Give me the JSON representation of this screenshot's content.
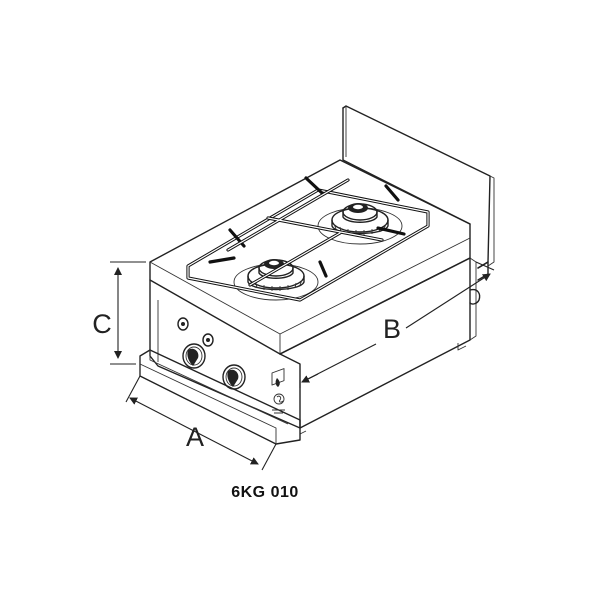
{
  "figure": {
    "model": "6KG 010",
    "dimensions": {
      "width_label": "A",
      "depth_label": "B",
      "height_label": "C"
    },
    "product": "two-burner-gas-hob",
    "icons": [
      "gas-flame-icon",
      "certification-mark-icon"
    ],
    "line_color": "#222222",
    "background_color": "#ffffff"
  }
}
